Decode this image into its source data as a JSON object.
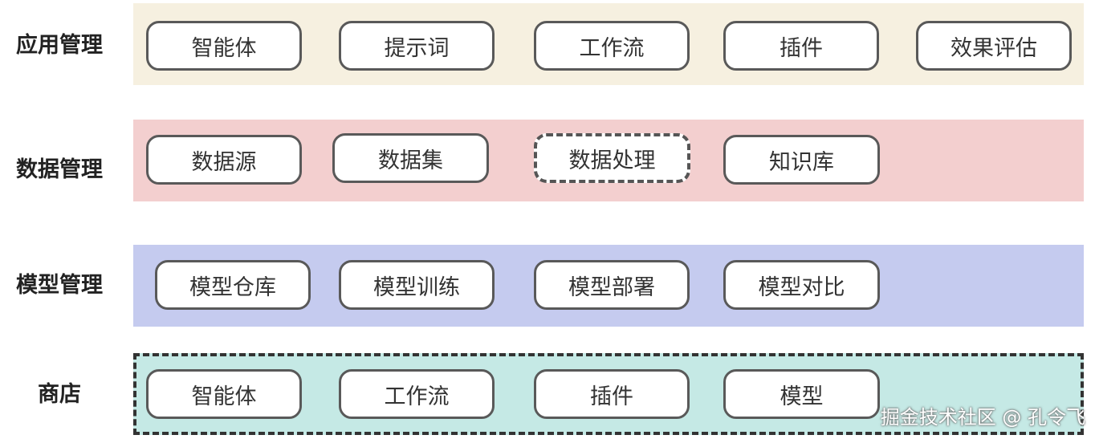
{
  "colors": {
    "app_band": "#f6f0e0",
    "data_band": "#f3cfcf",
    "model_band": "#c5cbef",
    "store_band": "#c5e9e5",
    "pill_border": "#595959"
  },
  "rows": [
    {
      "label": "应用管理",
      "items": [
        {
          "label": "智能体",
          "style": "solid"
        },
        {
          "label": "提示词",
          "style": "solid"
        },
        {
          "label": "工作流",
          "style": "solid"
        },
        {
          "label": "插件",
          "style": "solid"
        },
        {
          "label": "效果评估",
          "style": "solid"
        }
      ]
    },
    {
      "label": "数据管理",
      "items": [
        {
          "label": "数据源",
          "style": "solid"
        },
        {
          "label": "数据集",
          "style": "solid"
        },
        {
          "label": "数据处理",
          "style": "dashed"
        },
        {
          "label": "知识库",
          "style": "solid"
        }
      ]
    },
    {
      "label": "模型管理",
      "items": [
        {
          "label": "模型仓库",
          "style": "solid"
        },
        {
          "label": "模型训练",
          "style": "solid"
        },
        {
          "label": "模型部署",
          "style": "solid"
        },
        {
          "label": "模型对比",
          "style": "solid"
        }
      ]
    },
    {
      "label": "商店",
      "border": "dashed",
      "items": [
        {
          "label": "智能体",
          "style": "solid"
        },
        {
          "label": "工作流",
          "style": "solid"
        },
        {
          "label": "插件",
          "style": "solid"
        },
        {
          "label": "模型",
          "style": "solid"
        }
      ]
    }
  ],
  "watermark": "掘金技术社区 @ 孔令飞"
}
